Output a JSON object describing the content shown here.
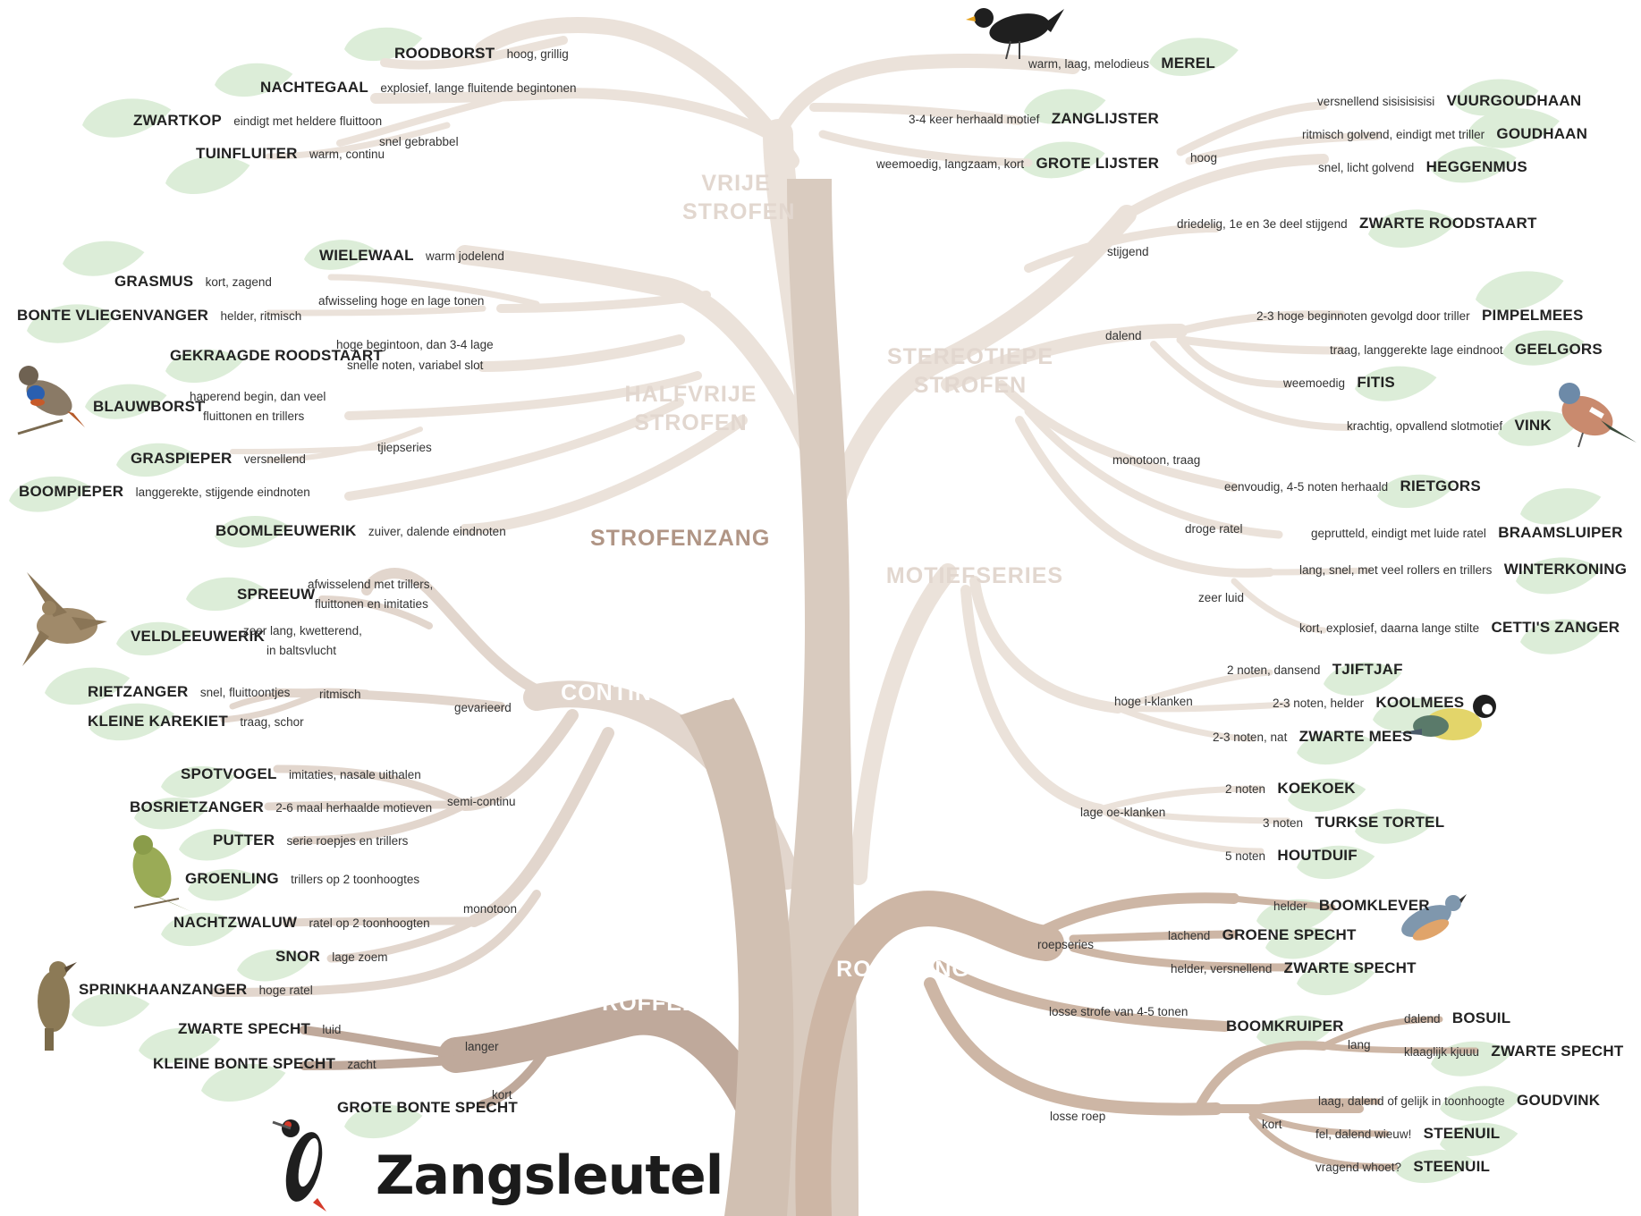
{
  "title": "Zangsleutel",
  "colors": {
    "trunk": "#d6c7bc",
    "crown": "#ebe2da",
    "roffel": "#bfa99b",
    "roep": "#cdb6a5",
    "leaf": "#dcedd8"
  },
  "categories": {
    "vrije1": "VRIJE",
    "vrije2": "STROFEN",
    "halfvrije1": "HALFVRIJE",
    "halfvrije2": "STROFEN",
    "strofenzang": "STROFENZANG",
    "stereo1": "STEREOTIEPE",
    "stereo2": "STROFEN",
    "motief": "MOTIEFSERIES",
    "continuzang": "CONTINUZANG",
    "roepzang": "ROEPZANG",
    "roffels": "ROFFELS"
  },
  "branches": {
    "snel_gebrabbel": "snel gebrabbel",
    "afwisseling": "afwisseling hoge en lage tonen",
    "tjiepseries": "tjiepseries",
    "gevarieerd": "gevarieerd",
    "ritmisch": "ritmisch",
    "semi_continu": "semi-continu",
    "monotoon": "monotoon",
    "langer": "langer",
    "kort_roffel": "kort",
    "hoog": "hoog",
    "stijgend": "stijgend",
    "dalend": "dalend",
    "monotoon_traag": "monotoon, traag",
    "droge_ratel": "droge ratel",
    "zeer_luid": "zeer luid",
    "hoge_i": "hoge i-klanken",
    "lage_oe": "lage oe-klanken",
    "roepseries": "roepseries",
    "losse_strofe": "losse strofe van 4-5 tonen",
    "losse_roep": "losse roep",
    "lang": "lang",
    "kort_roep": "kort"
  },
  "birds": {
    "roodborst": {
      "name": "ROODBORST",
      "desc": "hoog, grillig"
    },
    "nachtegaal": {
      "name": "NACHTEGAAL",
      "desc": "explosief, lange fluitende begintonen"
    },
    "zwartkop": {
      "name": "ZWARTKOP",
      "desc": "eindigt met heldere fluittoon"
    },
    "tuinfluiter": {
      "name": "TUINFLUITER",
      "desc": "warm, continu"
    },
    "merel": {
      "name": "MEREL",
      "desc": "warm, laag, melodieus"
    },
    "zanglijster": {
      "name": "ZANGLIJSTER",
      "desc": "3-4 keer herhaald motief"
    },
    "grote_lijster": {
      "name": "GROTE LIJSTER",
      "desc": "weemoedig, langzaam, kort"
    },
    "wielewaal": {
      "name": "WIELEWAAL",
      "desc": "warm jodelend"
    },
    "grasmus": {
      "name": "GRASMUS",
      "desc": "kort, zagend"
    },
    "bonte_vliegenvanger": {
      "name": "BONTE VLIEGENVANGER",
      "desc": "helder, ritmisch"
    },
    "gekraagde_roodstaart": {
      "name": "GEKRAAGDE ROODSTAART",
      "desc1": "hoge begintoon, dan 3-4 lage",
      "desc2": "snelle noten, variabel slot"
    },
    "blauwborst": {
      "name": "BLAUWBORST",
      "desc1": "haperend begin, dan veel",
      "desc2": "fluittonen en trillers"
    },
    "graspieper": {
      "name": "GRASPIEPER",
      "desc": "versnellend"
    },
    "boompieper": {
      "name": "BOOMPIEPER",
      "desc": "langgerekte, stijgende eindnoten"
    },
    "boomleeuwerik": {
      "name": "BOOMLEEUWERIK",
      "desc": "zuiver, dalende eindnoten"
    },
    "spreeuw": {
      "name": "SPREEUW",
      "desc1": "afwisselend met trillers,",
      "desc2": "fluittonen en imitaties"
    },
    "veldleeuwerik": {
      "name": "VELDLEEUWERIK",
      "desc1": "zeer lang, kwetterend,",
      "desc2": "in baltsvlucht"
    },
    "rietzanger": {
      "name": "RIETZANGER",
      "desc": "snel, fluittoontjes"
    },
    "kleine_karekiet": {
      "name": "KLEINE KAREKIET",
      "desc": "traag, schor"
    },
    "spotvogel": {
      "name": "SPOTVOGEL",
      "desc": "imitaties, nasale uithalen"
    },
    "bosrietzanger": {
      "name": "BOSRIETZANGER",
      "desc": "2-6 maal herhaalde motieven"
    },
    "putter": {
      "name": "PUTTER",
      "desc": "serie roepjes en trillers"
    },
    "groenling": {
      "name": "GROENLING",
      "desc": "trillers op 2 toonhoogtes"
    },
    "nachtzwaluw": {
      "name": "NACHTZWALUW",
      "desc": "ratel op 2 toonhoogten"
    },
    "snor": {
      "name": "SNOR",
      "desc": "lage zoem"
    },
    "sprinkhaanzanger": {
      "name": "SPRINKHAANZANGER",
      "desc": "hoge ratel"
    },
    "zwarte_specht_roffel": {
      "name": "ZWARTE SPECHT",
      "desc": "luid"
    },
    "kleine_bonte_specht": {
      "name": "KLEINE BONTE SPECHT",
      "desc": "zacht"
    },
    "grote_bonte_specht": {
      "name": "GROTE BONTE SPECHT",
      "desc": ""
    },
    "vuurgoudhaan": {
      "name": "VUURGOUDHAAN",
      "desc": "versnellend sisisisisisi"
    },
    "goudhaan": {
      "name": "GOUDHAAN",
      "desc": "ritmisch golvend, eindigt met triller"
    },
    "heggenmus": {
      "name": "HEGGENMUS",
      "desc": "snel, licht golvend"
    },
    "zwarte_roodstaart": {
      "name": "ZWARTE ROODSTAART",
      "desc": "driedelig, 1e en 3e deel stijgend"
    },
    "pimpelmees": {
      "name": "PIMPELMEES",
      "desc": "2-3 hoge beginnoten gevolgd door triller"
    },
    "geelgors": {
      "name": "GEELGORS",
      "desc": "traag, langgerekte lage eindnoot"
    },
    "fitis": {
      "name": "FITIS",
      "desc": "weemoedig"
    },
    "vink": {
      "name": "VINK",
      "desc": "krachtig, opvallend slotmotief"
    },
    "rietgors": {
      "name": "RIETGORS",
      "desc": "eenvoudig, 4-5 noten herhaald"
    },
    "braamsluiper": {
      "name": "BRAAMSLUIPER",
      "desc": "geprutteld, eindigt met luide ratel"
    },
    "winterkoning": {
      "name": "WINTERKONING",
      "desc": "lang, snel, met veel rollers en trillers"
    },
    "cettis_zanger": {
      "name": "CETTI'S ZANGER",
      "desc": "kort, explosief, daarna lange stilte"
    },
    "tjiftjaf": {
      "name": "TJIFTJAF",
      "desc": "2 noten, dansend"
    },
    "koolmees": {
      "name": "KOOLMEES",
      "desc": "2-3 noten, helder"
    },
    "zwarte_mees": {
      "name": "ZWARTE MEES",
      "desc": "2-3 noten, nat"
    },
    "koekoek": {
      "name": "KOEKOEK",
      "desc": "2 noten"
    },
    "turkse_tortel": {
      "name": "TURKSE TORTEL",
      "desc": "3 noten"
    },
    "houtduif": {
      "name": "HOUTDUIF",
      "desc": "5 noten"
    },
    "boomklever": {
      "name": "BOOMKLEVER",
      "desc": "helder"
    },
    "groene_specht": {
      "name": "GROENE SPECHT",
      "desc": "lachend"
    },
    "zwarte_specht_roep": {
      "name": "ZWARTE SPECHT",
      "desc": "helder, versnellend"
    },
    "boomkruiper": {
      "name": "BOOMKRUIPER",
      "desc": ""
    },
    "bosuil": {
      "name": "BOSUIL",
      "desc": "dalend"
    },
    "zwarte_specht_lang": {
      "name": "ZWARTE SPECHT",
      "desc": "klaaglijk kjuuu"
    },
    "goudvink": {
      "name": "GOUDVINK",
      "desc": "laag, dalend of gelijk in toonhoogte"
    },
    "steenuil1": {
      "name": "STEENUIL",
      "desc": "fel, dalend wieuw!"
    },
    "steenuil2": {
      "name": "STEENUIL",
      "desc": "vragend whoet?"
    }
  },
  "illustrations": [
    "blackbird-icon",
    "bluethroat-icon",
    "chaffinch-icon",
    "skylark-icon",
    "great-tit-icon",
    "nuthatch-icon",
    "greenfinch-icon",
    "grasshopper-warbler-icon",
    "great-spotted-woodpecker-icon"
  ]
}
